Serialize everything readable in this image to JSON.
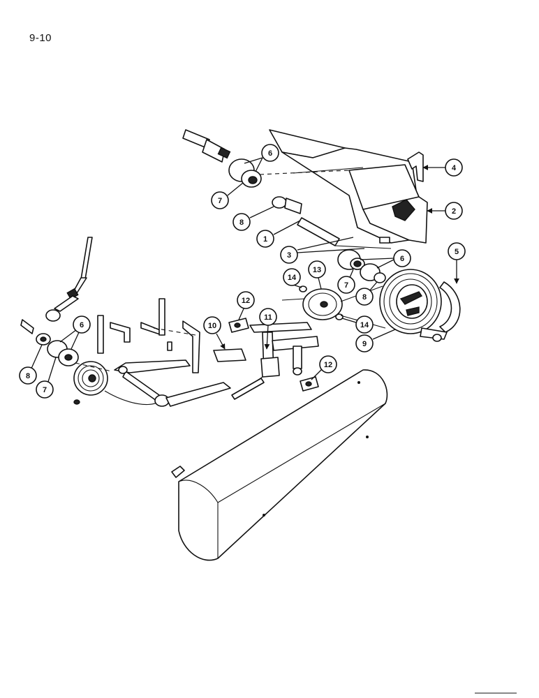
{
  "page_number": "9-10",
  "callouts": [
    "6",
    "7",
    "8",
    "1",
    "4",
    "2",
    "3",
    "6",
    "5",
    "7",
    "8",
    "13",
    "14",
    "14",
    "9",
    "12",
    "10",
    "11",
    "6",
    "8",
    "7",
    "12"
  ]
}
